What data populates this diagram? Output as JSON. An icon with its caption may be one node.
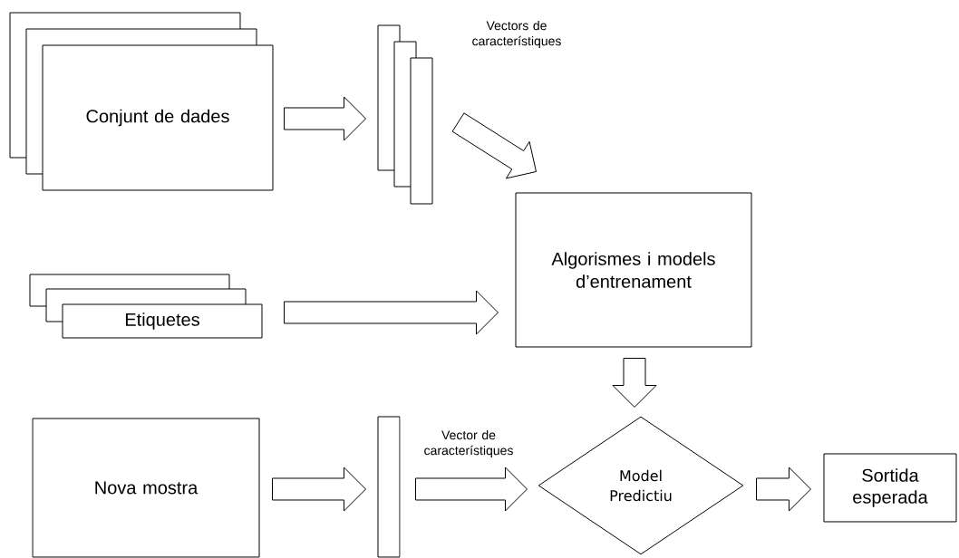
{
  "diagram": {
    "nodes": [
      {
        "text": [
          "Conjunt de dades"
        ]
      },
      {
        "text": [],
        "shape": "bar",
        "beside": [
          "Vectors de característiques"
        ]
      },
      {
        "text": [
          "Algorismes i models d’entrenament"
        ]
      },
      {
        "text": [
          "Etiquetes"
        ]
      },
      {
        "text": [
          "Nova mostra"
        ]
      },
      {
        "text": [],
        "shape": "bar",
        "beside": [
          "Vector de característiques"
        ]
      },
      {
        "text": [
          "Model Predictiu"
        ]
      },
      {
        "text": [
          "Sortida esperada"
        ]
      }
    ],
    "edges": [
      {
        "from": 0,
        "to": 1,
        "arrow": "to"
      },
      {
        "from": 1,
        "to": 2,
        "arrow": "to"
      },
      {
        "from": 3,
        "to": 2,
        "arrow": "to"
      },
      {
        "from": 2,
        "to": 6,
        "arrow": "to"
      },
      {
        "from": 4,
        "to": 5,
        "arrow": "to"
      },
      {
        "from": 5,
        "to": 6,
        "arrow": "to"
      },
      {
        "from": 6,
        "to": 7,
        "arrow": "to"
      }
    ]
  }
}
